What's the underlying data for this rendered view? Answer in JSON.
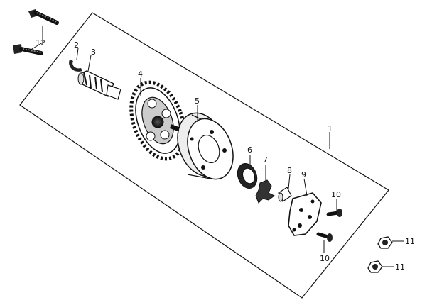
{
  "callouts": {
    "c1": "1",
    "c2": "2",
    "c3": "3",
    "c4": "4",
    "c5": "5",
    "c6": "6",
    "c7": "7",
    "c8": "8",
    "c9": "9",
    "c10a": "10",
    "c10b": "10",
    "c11a": "11",
    "c11b": "11",
    "c12": "12"
  },
  "colors": {
    "ink": "#111111",
    "paper": "#ffffff",
    "shade": "#9a9a9a"
  }
}
